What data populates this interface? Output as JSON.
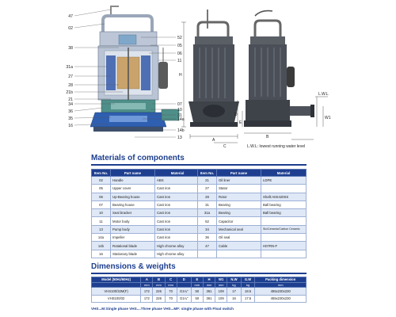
{
  "drawing": {
    "callouts_left": [
      "47",
      "02",
      "38",
      "31a",
      "27",
      "28",
      "21b",
      "21",
      "34",
      "36",
      "35",
      "16"
    ],
    "callouts_right": [
      "52",
      "05",
      "06",
      "11",
      "07",
      "10",
      "31",
      "14a",
      "14b",
      "13"
    ],
    "dimension_labels": {
      "A": "A",
      "B": "B",
      "C": "C",
      "D": "D",
      "E": "E",
      "W1": "W1",
      "H": "H",
      "LWL": "L.W.L"
    },
    "water_level_note": "L.W.L: lowest running water level"
  },
  "materials": {
    "title": "Materials of components",
    "headers": [
      "Item No.",
      "Part name",
      "Material"
    ],
    "left_rows": [
      [
        "02",
        "Handle",
        "ABS"
      ],
      [
        "05",
        "Upper cover",
        "Cast iron"
      ],
      [
        "06",
        "Up-Bearing house",
        "Cast iron"
      ],
      [
        "07",
        "Bearing house",
        "Cast iron"
      ],
      [
        "10",
        "Seal bracket",
        "Cast iron"
      ],
      [
        "11",
        "Motor body",
        "Cast iron"
      ],
      [
        "13",
        "Pump body",
        "Cast iron"
      ],
      [
        "14a",
        "Impeller",
        "Cast iron"
      ],
      [
        "14b",
        "Rotational blade",
        "High chrome alloy"
      ],
      [
        "16",
        "Stationary blade",
        "High chrome alloy"
      ]
    ],
    "right_rows": [
      [
        "21",
        "Oil liner",
        "LDPE"
      ],
      [
        "27",
        "Stator",
        ""
      ],
      [
        "28",
        "Rotor",
        "Shaft:AISI420SS"
      ],
      [
        "31",
        "Bearing",
        "Ball bearing"
      ],
      [
        "31a",
        "Bearing",
        "Ball bearing"
      ],
      [
        "52",
        "Capacitor",
        ""
      ],
      [
        "34",
        "Mechanical seal",
        "Sic/Ceramic/Carbon Ceramic"
      ],
      [
        "36",
        "Oil seal",
        ""
      ],
      [
        "47",
        "Cable",
        "H07RN-F"
      ],
      [
        "",
        "",
        ""
      ]
    ]
  },
  "dimensions": {
    "title": "Dimensions & weights",
    "headers": [
      "Model (50Hz/60Hz)",
      "A",
      "B",
      "C",
      "D",
      "E",
      "H",
      "W1",
      "N.W",
      "G.W",
      "Packing dimension"
    ],
    "units": [
      "",
      "mm",
      "mm",
      "mm",
      "",
      "mm",
      "mm",
      "mm",
      "kg",
      "kg",
      "mm"
    ],
    "rows": [
      [
        "VHS100/32M(F)",
        "172",
        "226",
        "70",
        "G1¼\"",
        "50",
        "361",
        "109",
        "17",
        "18.5",
        "455x230x230"
      ],
      [
        "VHS100/32",
        "172",
        "226",
        "70",
        "G1¼\"",
        "50",
        "361",
        "109",
        "16",
        "17.5",
        "455x230x230"
      ]
    ],
    "note": "VHS...M:Single phase  VHS....Three phase  VHS...MF: single phase with Float switch"
  },
  "colors": {
    "accent": "#1e3f8f",
    "row_tint": "#dfe8f6",
    "pump_teal": "#4f8f8a",
    "motor_blue": "#2f5fb0"
  }
}
